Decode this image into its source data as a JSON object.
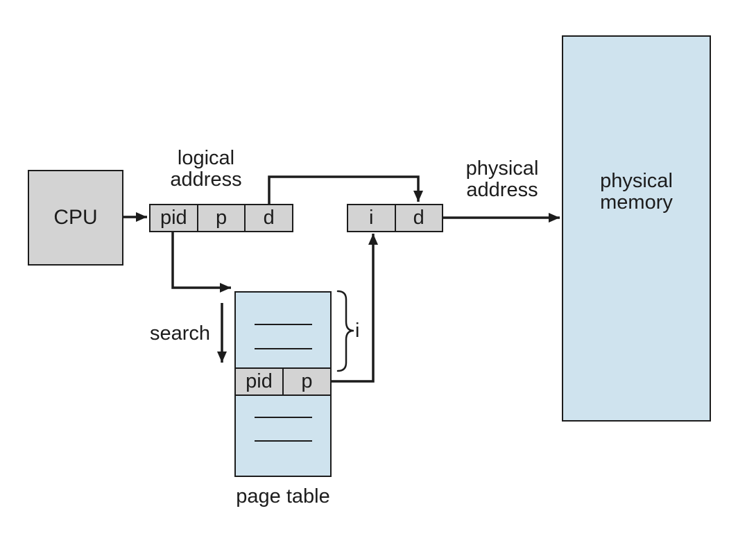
{
  "figure": {
    "cpu": {
      "label": "CPU"
    },
    "logical_address": {
      "caption": "logical address",
      "cells": [
        "pid",
        "p",
        "d"
      ]
    },
    "physical_address": {
      "caption": "physical address",
      "cells": [
        "i",
        "d"
      ]
    },
    "physical_memory": {
      "label": "physical memory"
    },
    "page_table": {
      "caption": "page table",
      "matched_entry": [
        "pid",
        "p"
      ],
      "search_label": "search",
      "index_label": "i"
    },
    "colors": {
      "line": "#1c1c1c",
      "box_gray": "#d3d3d3",
      "box_blue": "#cfe3ee"
    }
  }
}
